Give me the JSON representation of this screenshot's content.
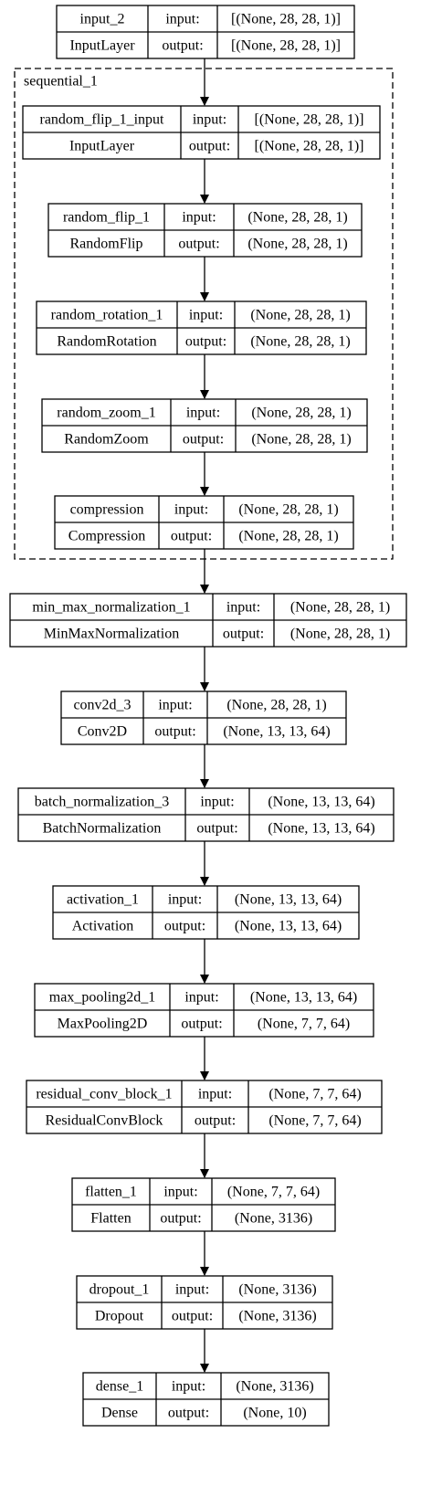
{
  "sequential_label": "sequential_1",
  "layers": [
    {
      "name": "input_2",
      "type": "InputLayer",
      "input_label": "input:",
      "output_label": "output:",
      "input_shape": "[(None, 28, 28, 1)]",
      "output_shape": "[(None, 28, 28, 1)]",
      "in_sequential": false
    },
    {
      "name": "random_flip_1_input",
      "type": "InputLayer",
      "input_label": "input:",
      "output_label": "output:",
      "input_shape": "[(None, 28, 28, 1)]",
      "output_shape": "[(None, 28, 28, 1)]",
      "in_sequential": true
    },
    {
      "name": "random_flip_1",
      "type": "RandomFlip",
      "input_label": "input:",
      "output_label": "output:",
      "input_shape": "(None, 28, 28, 1)",
      "output_shape": "(None, 28, 28, 1)",
      "in_sequential": true
    },
    {
      "name": "random_rotation_1",
      "type": "RandomRotation",
      "input_label": "input:",
      "output_label": "output:",
      "input_shape": "(None, 28, 28, 1)",
      "output_shape": "(None, 28, 28, 1)",
      "in_sequential": true
    },
    {
      "name": "random_zoom_1",
      "type": "RandomZoom",
      "input_label": "input:",
      "output_label": "output:",
      "input_shape": "(None, 28, 28, 1)",
      "output_shape": "(None, 28, 28, 1)",
      "in_sequential": true
    },
    {
      "name": "compression",
      "type": "Compression",
      "input_label": "input:",
      "output_label": "output:",
      "input_shape": "(None, 28, 28, 1)",
      "output_shape": "(None, 28, 28, 1)",
      "in_sequential": true
    },
    {
      "name": "min_max_normalization_1",
      "type": "MinMaxNormalization",
      "input_label": "input:",
      "output_label": "output:",
      "input_shape": "(None, 28, 28, 1)",
      "output_shape": "(None, 28, 28, 1)",
      "in_sequential": false
    },
    {
      "name": "conv2d_3",
      "type": "Conv2D",
      "input_label": "input:",
      "output_label": "output:",
      "input_shape": "(None, 28, 28, 1)",
      "output_shape": "(None, 13, 13, 64)",
      "in_sequential": false
    },
    {
      "name": "batch_normalization_3",
      "type": "BatchNormalization",
      "input_label": "input:",
      "output_label": "output:",
      "input_shape": "(None, 13, 13, 64)",
      "output_shape": "(None, 13, 13, 64)",
      "in_sequential": false
    },
    {
      "name": "activation_1",
      "type": "Activation",
      "input_label": "input:",
      "output_label": "output:",
      "input_shape": "(None, 13, 13, 64)",
      "output_shape": "(None, 13, 13, 64)",
      "in_sequential": false
    },
    {
      "name": "max_pooling2d_1",
      "type": "MaxPooling2D",
      "input_label": "input:",
      "output_label": "output:",
      "input_shape": "(None, 13, 13, 64)",
      "output_shape": "(None, 7, 7, 64)",
      "in_sequential": false
    },
    {
      "name": "residual_conv_block_1",
      "type": "ResidualConvBlock",
      "input_label": "input:",
      "output_label": "output:",
      "input_shape": "(None, 7, 7, 64)",
      "output_shape": "(None, 7, 7, 64)",
      "in_sequential": false
    },
    {
      "name": "flatten_1",
      "type": "Flatten",
      "input_label": "input:",
      "output_label": "output:",
      "input_shape": "(None, 7, 7, 64)",
      "output_shape": "(None, 3136)",
      "in_sequential": false
    },
    {
      "name": "dropout_1",
      "type": "Dropout",
      "input_label": "input:",
      "output_label": "output:",
      "input_shape": "(None, 3136)",
      "output_shape": "(None, 3136)",
      "in_sequential": false
    },
    {
      "name": "dense_1",
      "type": "Dense",
      "input_label": "input:",
      "output_label": "output:",
      "input_shape": "(None, 3136)",
      "output_shape": "(None, 10)",
      "in_sequential": false
    }
  ]
}
